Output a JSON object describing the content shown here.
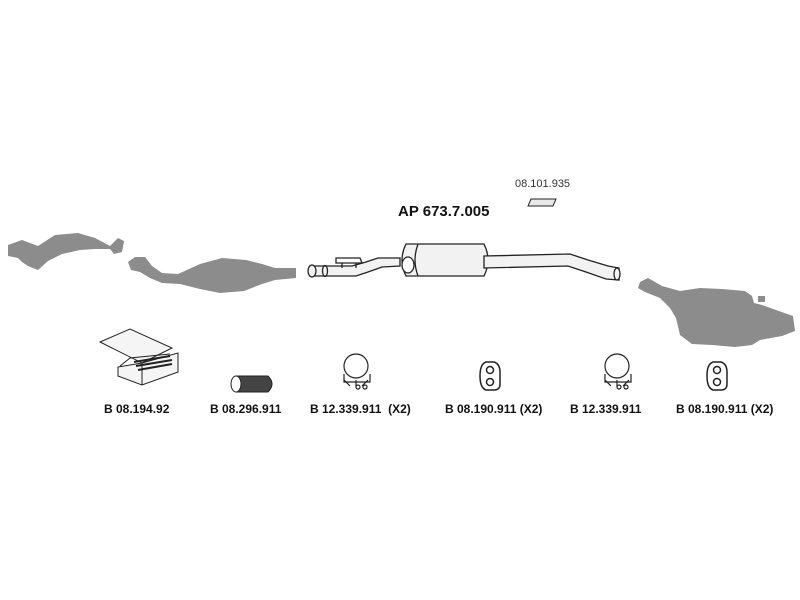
{
  "assembly": {
    "code": "AP 673.7.005",
    "accessory_code": "08.101.935"
  },
  "parts": [
    {
      "code": "B 08.194.92",
      "qty": "",
      "icon": "kit-box-icon"
    },
    {
      "code": "B 08.296.911",
      "qty": "",
      "icon": "pipe-connector-icon"
    },
    {
      "code": "B 12.339.911",
      "qty": "(X2)",
      "icon": "clamp-icon"
    },
    {
      "code": "B 08.190.911",
      "qty": "(X2)",
      "icon": "rubber-mount-icon"
    },
    {
      "code": "B 12.339.911",
      "qty": "",
      "icon": "clamp-icon"
    },
    {
      "code": "B 08.190.911",
      "qty": "(X2)",
      "icon": "rubber-mount-icon"
    }
  ],
  "colors": {
    "greyed_part": "#8c8c8c",
    "highlight_part_fill": "#f2f2f2",
    "outline": "#222222"
  }
}
